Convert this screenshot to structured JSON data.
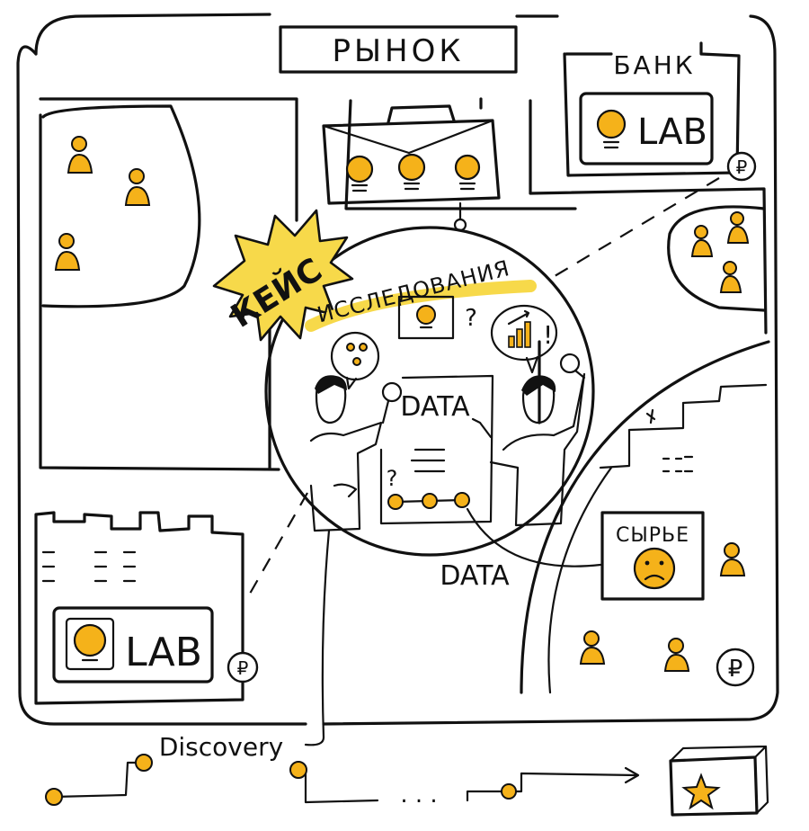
{
  "labels": {
    "market": "РЫНОК",
    "bank": "БАНК",
    "lab_top": "LAB",
    "lab_bottom": "LAB",
    "case": "КЕЙС",
    "research": "ИССЛЕДОВАНИЯ",
    "data_board": "DATA",
    "data_arrow": "DATA",
    "raw_material": "СЫРЬЕ",
    "discovery": "Discovery",
    "ellipsis": ". . .",
    "ruble": "₽",
    "question": "?",
    "exclaim": "!"
  },
  "colors": {
    "accent": "#f5b21a",
    "highlight": "#f7d94a",
    "ink": "#111111",
    "paper": "#ffffff"
  },
  "icons": [
    "person-icon",
    "lightbulb-icon",
    "ruble-coin-icon",
    "star-icon",
    "sad-face-icon",
    "magnifier-icon",
    "bar-chart-icon",
    "briefcase-icon"
  ]
}
